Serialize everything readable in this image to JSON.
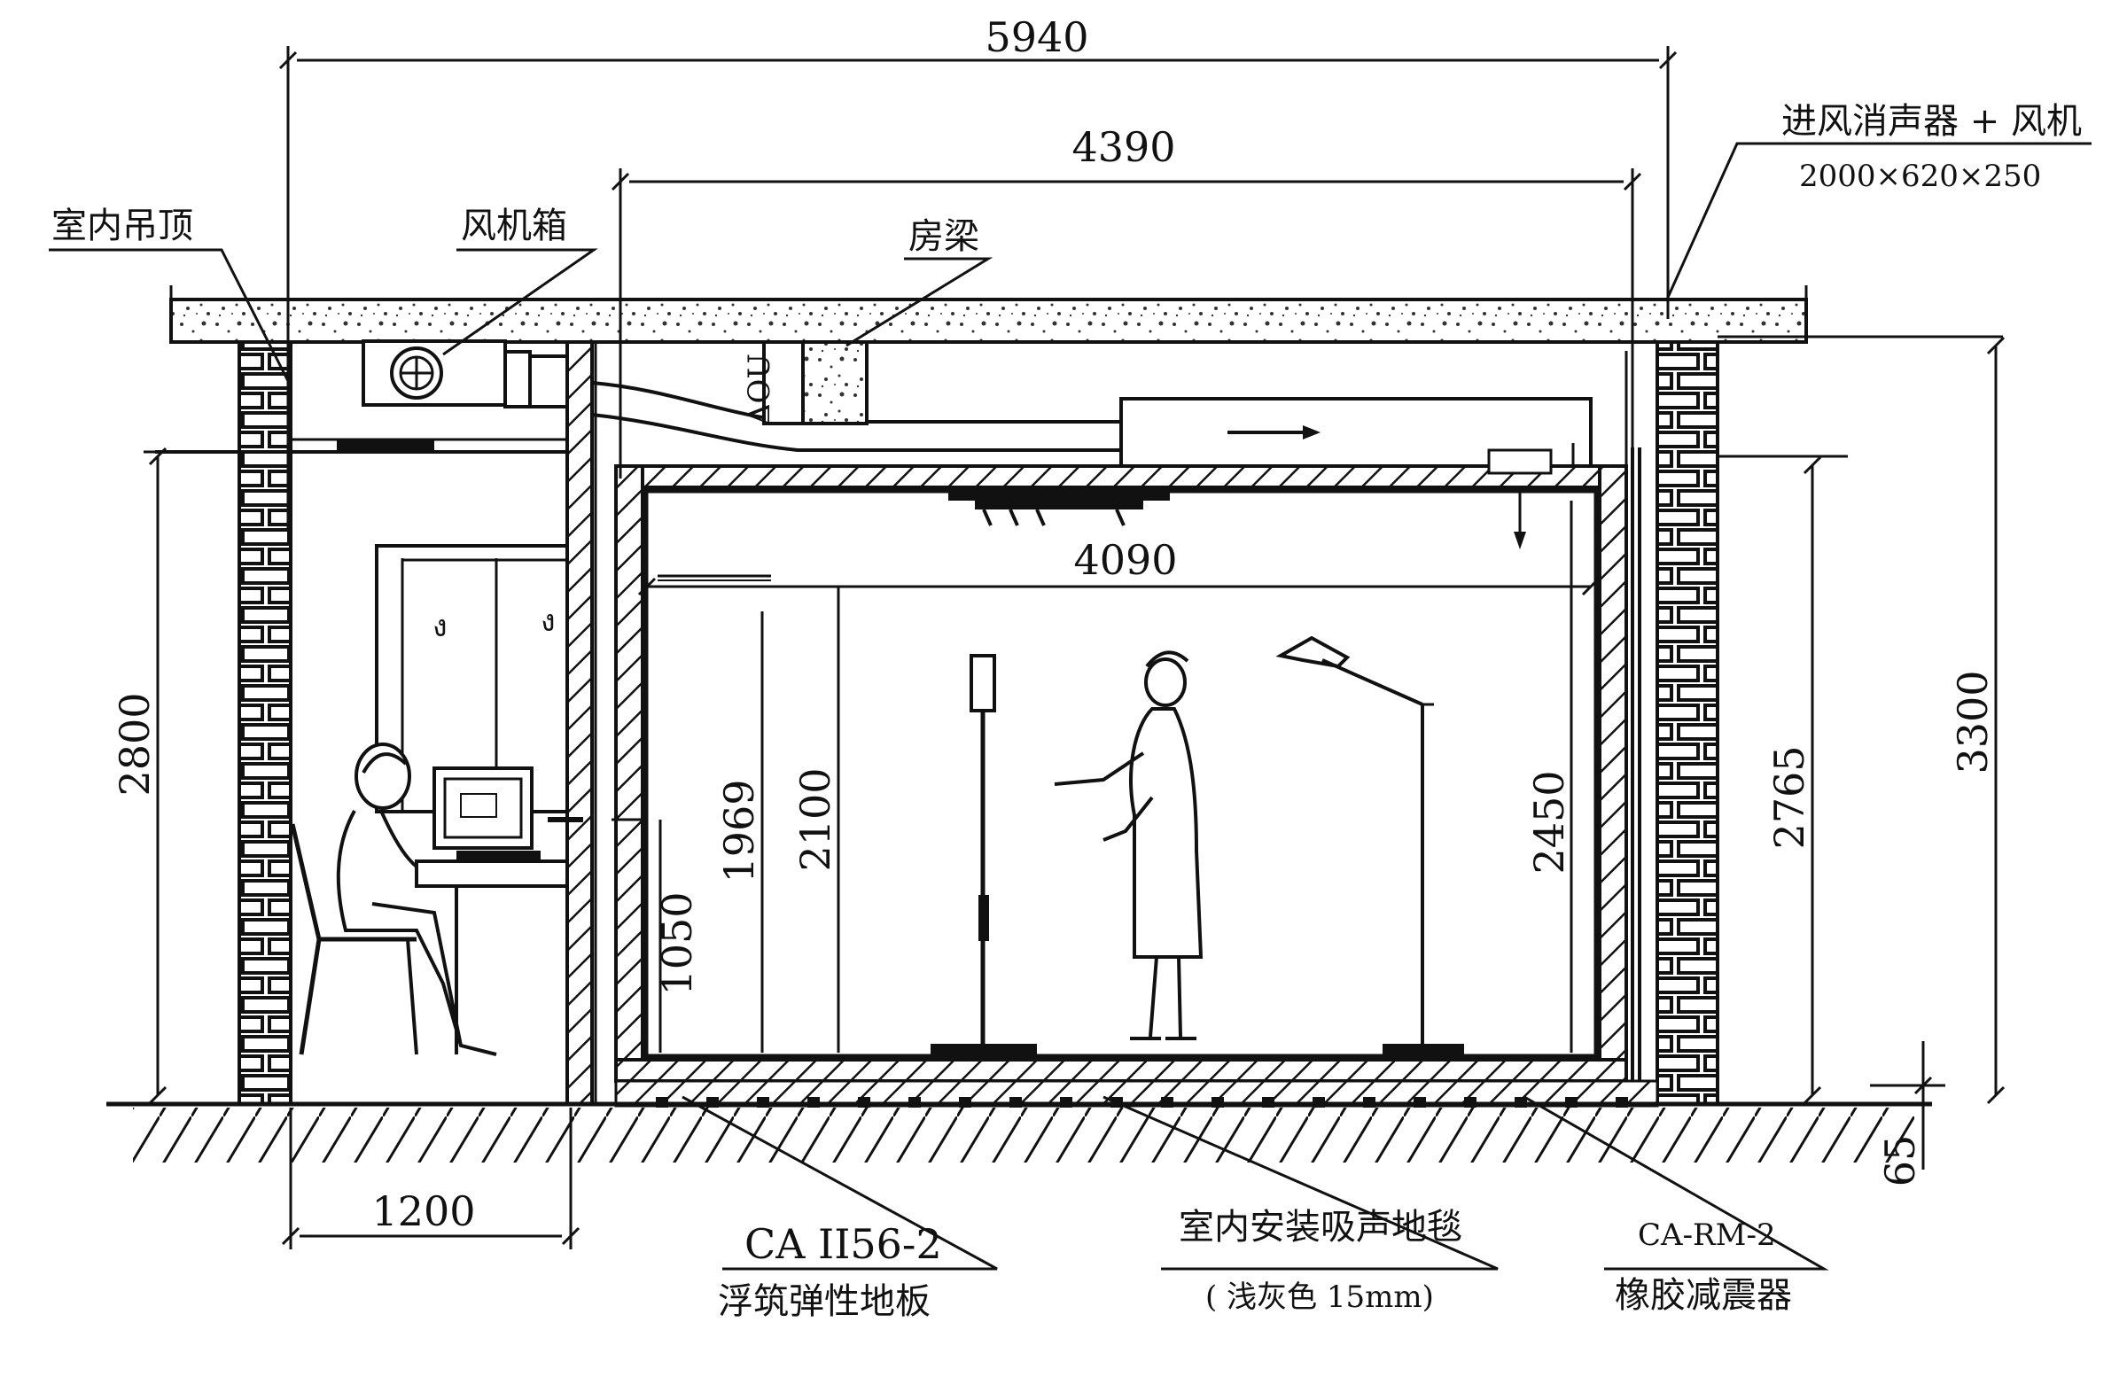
{
  "dimensions": {
    "total_width": "5940",
    "room_width": "4390",
    "inner_width": "4090",
    "control_room_width": "1200",
    "control_room_height": "2800",
    "total_height": "3300",
    "outer_height": "2765",
    "inner_height": "2450",
    "door_height": "2100",
    "stand_height": "1969",
    "window_height": "1050",
    "floor_offset": "65"
  },
  "labels": {
    "ceiling": "室内吊顶",
    "fan_box": "风机箱",
    "beam": "房梁",
    "inlet_title": "进风消声器 + 风机",
    "inlet_size": "2000×620×250",
    "floor_model": "CA II56-2",
    "floor_desc": "浮筑弹性地板",
    "carpet_title": "室内安装吸声地毯",
    "carpet_desc": "( 浅灰色 15mm)",
    "rubber_model": "CA-RM-2",
    "rubber_desc": "橡胶减震器"
  },
  "colors": {
    "line": "#111111",
    "background": "#ffffff",
    "concrete": "#d8d8d8"
  }
}
